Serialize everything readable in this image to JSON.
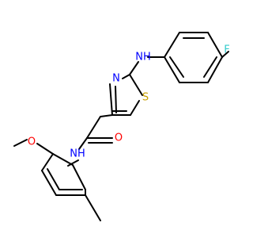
{
  "colors": {
    "bond": "#000000",
    "N": "#0000ff",
    "O": "#ff0000",
    "S": "#c8a000",
    "F": "#33cccc"
  },
  "labels": {
    "nh_top": "NH",
    "n_thiazole": "N",
    "s_thiazole": "S",
    "o_carbonyl": "O",
    "nh_amide": "NH",
    "o_methoxy": "O",
    "f": "F"
  }
}
